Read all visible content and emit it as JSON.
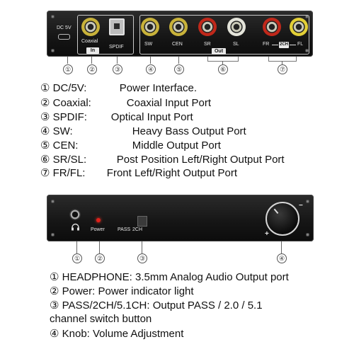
{
  "front_panel": {
    "dc_label": "DC 5V",
    "coaxial_label": "Coaxial",
    "in_label": "In",
    "spdif_label": "SPDIF",
    "sw_label": "SW",
    "cen_label": "CEN",
    "sr_label": "SR",
    "sl_label": "SL",
    "out_label": "Out",
    "fr_label": "FR",
    "two_ch_label": "2CH",
    "fl_label": "FL",
    "callouts": [
      "①",
      "②",
      "③",
      "④",
      "⑤",
      "⑥",
      "⑦"
    ],
    "colors": {
      "gold": "#c8b23a",
      "red": "#c0281a",
      "white": "#e4e4da",
      "yellow": "#e2cf37"
    }
  },
  "front_descriptions": [
    {
      "num": "①",
      "key": "DC/5V:",
      "value": "Power Interface."
    },
    {
      "num": "②",
      "key": "Coaxial:",
      "value": "Coaxial Input Port"
    },
    {
      "num": "③",
      "key": "SPDIF:",
      "value": "Optical Input Port"
    },
    {
      "num": "④",
      "key": "SW:",
      "value": "Heavy Bass Output Port"
    },
    {
      "num": "⑤",
      "key": "CEN:",
      "value": "Middle Output Port"
    },
    {
      "num": "⑥",
      "key": "SR/SL:",
      "value": "Post Position Left/Right Output Port"
    },
    {
      "num": "⑦",
      "key": "FR/FL:",
      "value": "Front Left/Right Output Port"
    }
  ],
  "back_panel": {
    "power_label": "Power",
    "pass_label": "PASS",
    "two_ch_label": "2CH",
    "knob_plus": "+",
    "knob_minus": "−",
    "callouts": [
      "①",
      "②",
      "③",
      "④"
    ],
    "led_color": "#e0201a"
  },
  "back_descriptions": [
    {
      "num": "①",
      "key": "HEADPHONE:",
      "value": "3.5mm Analog Audio Output port"
    },
    {
      "num": "②",
      "key": "Power:",
      "value": "Power indicator light"
    },
    {
      "num": "③",
      "key": "PASS/2CH/5.1CH:",
      "value": "Output PASS / 2.0 / 5.1"
    },
    {
      "continuation": "channel switch button"
    },
    {
      "num": "④",
      "key": "Knob:",
      "value": "Volume Adjustment"
    }
  ]
}
